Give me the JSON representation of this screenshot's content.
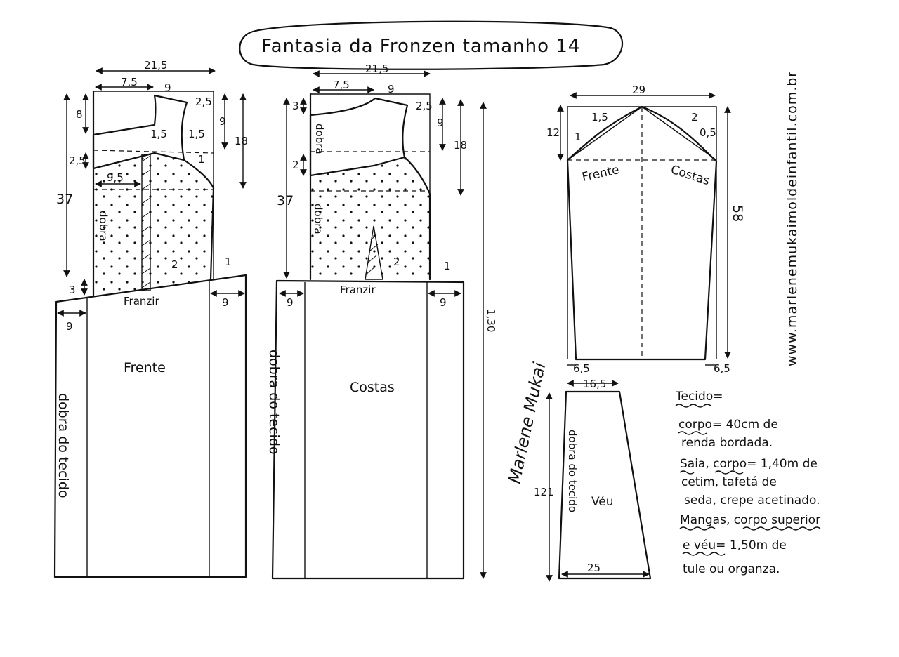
{
  "title": "Fantasia da Fronzen tamanho 14",
  "website": "www.marlenemukaimoldeinfantil.com.br",
  "signature": "Marlene Mukai",
  "front_bodice": {
    "width_top": "21,5",
    "neck_width": "7,5",
    "shoulder": "9",
    "shoulder_drop": "2,5",
    "neck_depth": "8",
    "yoke_depth": "9",
    "armhole_depth": "18",
    "dart_depth": "1,5",
    "side_mark": "1,5",
    "one_mark": "1",
    "yoke_lower": "2,5",
    "bust_width": "9,5",
    "length": "37",
    "waist_drop": "3",
    "dart_mark": "2",
    "side_mark_low": "1",
    "fold_label": "dobra",
    "gather_label": "Franzir"
  },
  "back_bodice": {
    "width_top": "21,5",
    "neck_width": "7,5",
    "shoulder": "9",
    "shoulder_drop": "2,5",
    "neck_depth": "3",
    "yoke_depth": "9",
    "armhole_depth": "18",
    "yoke_lower": "2",
    "length": "37",
    "dart_mark": "2",
    "side_mark_low": "1",
    "fold_label": "dobra",
    "gather_label": "Franzir"
  },
  "front_skirt": {
    "label": "Frente",
    "ext_left": "9",
    "ext_right": "9",
    "fold_label": "dobra do tecido"
  },
  "back_skirt": {
    "label": "Costas",
    "ext_left": "9",
    "ext_right": "9",
    "fold_label": "dobra do tecido",
    "total_length": "1,30"
  },
  "sleeve": {
    "width": "29",
    "cap_height": "12",
    "cap_front": "1,5",
    "cap_front_small": "1",
    "cap_back": "2",
    "cap_back_small": "0,5",
    "length": "58",
    "front_label": "Frente",
    "back_label": "Costas",
    "hem_left": "6,5",
    "hem_right": "6,5"
  },
  "veil": {
    "label": "Véu",
    "top_width": "16,5",
    "bottom_width": "25",
    "length": "121",
    "fold_label": "dobra do tecido"
  },
  "fabric_notes": {
    "heading": "Tecido=",
    "line1_key": "corpo",
    "line1_rest": "= 40cm  de",
    "line2": "renda bordada.",
    "line3_key1": "Saia",
    "line3_key2": "corpo",
    "line3_rest": "= 1,40m de",
    "line4": "cetim, tafetá de",
    "line5": "seda, crepe acetinado.",
    "line6_key1": "Mangas",
    "line6_key2": "corpo superior",
    "line7_key": "e  véu",
    "line7_rest": "= 1,50m   de",
    "line8": "tule ou organza."
  }
}
